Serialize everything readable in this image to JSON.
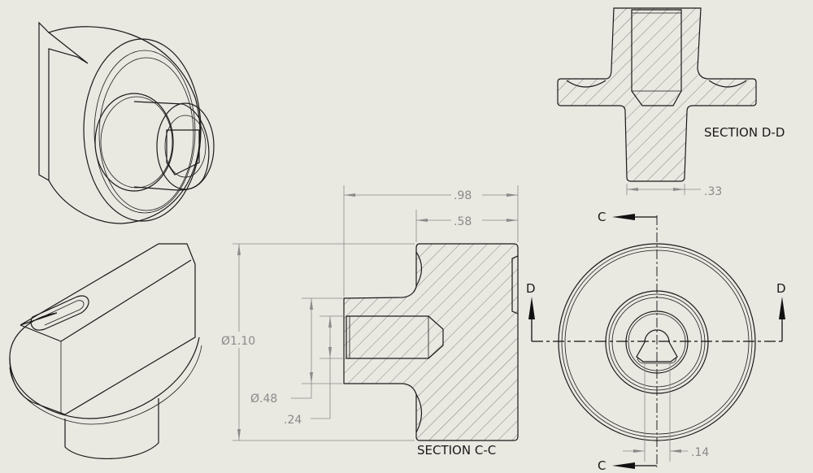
{
  "drawing": {
    "views": {
      "section_c": {
        "title": "SECTION C-C"
      },
      "section_d": {
        "title": "SECTION D-D"
      }
    },
    "cutting_planes": {
      "c": {
        "letter": "C"
      },
      "d": {
        "letter": "D"
      }
    },
    "dimensions": {
      "overall_length": ".98",
      "body_length": ".58",
      "outer_diameter": "Ø1.10",
      "boss_diameter": "Ø.48",
      "bore_size": ".24",
      "stem_width": ".33",
      "slot_width": ".14"
    },
    "colors": {
      "background": "#e9e8e1",
      "line": "#1a1a1a",
      "dimension": "#8a8a8a"
    }
  }
}
